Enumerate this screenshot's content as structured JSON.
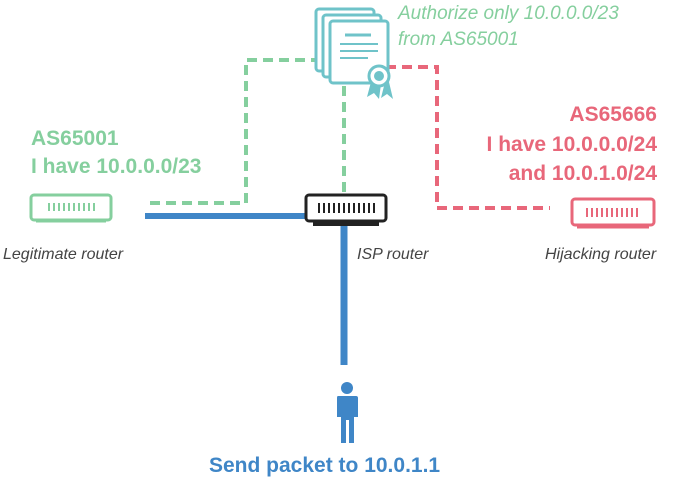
{
  "certificate_note": {
    "line1": "Authorize only 10.0.0.0/23",
    "line2": "from AS65001"
  },
  "legitimate": {
    "as_number": "AS65001",
    "announcement": "I have 10.0.0.0/23",
    "caption": "Legitimate router"
  },
  "hijacker": {
    "as_number": "AS65666",
    "announcement_line1": "I have 10.0.0.0/24",
    "announcement_line2": "and 10.0.1.0/24",
    "caption": "Hijacking router"
  },
  "isp": {
    "caption": "ISP router"
  },
  "user": {
    "action": "Send packet to 10.0.1.1"
  },
  "colors": {
    "legitimate": "#85cf9e",
    "certificate": "#6fc3c9",
    "hijacker": "#e8677a",
    "connection": "#3f86c7",
    "isp_router": "#222222"
  },
  "icons": {
    "certificate": "certificate-icon",
    "router": "router-icon",
    "user": "person-icon"
  }
}
